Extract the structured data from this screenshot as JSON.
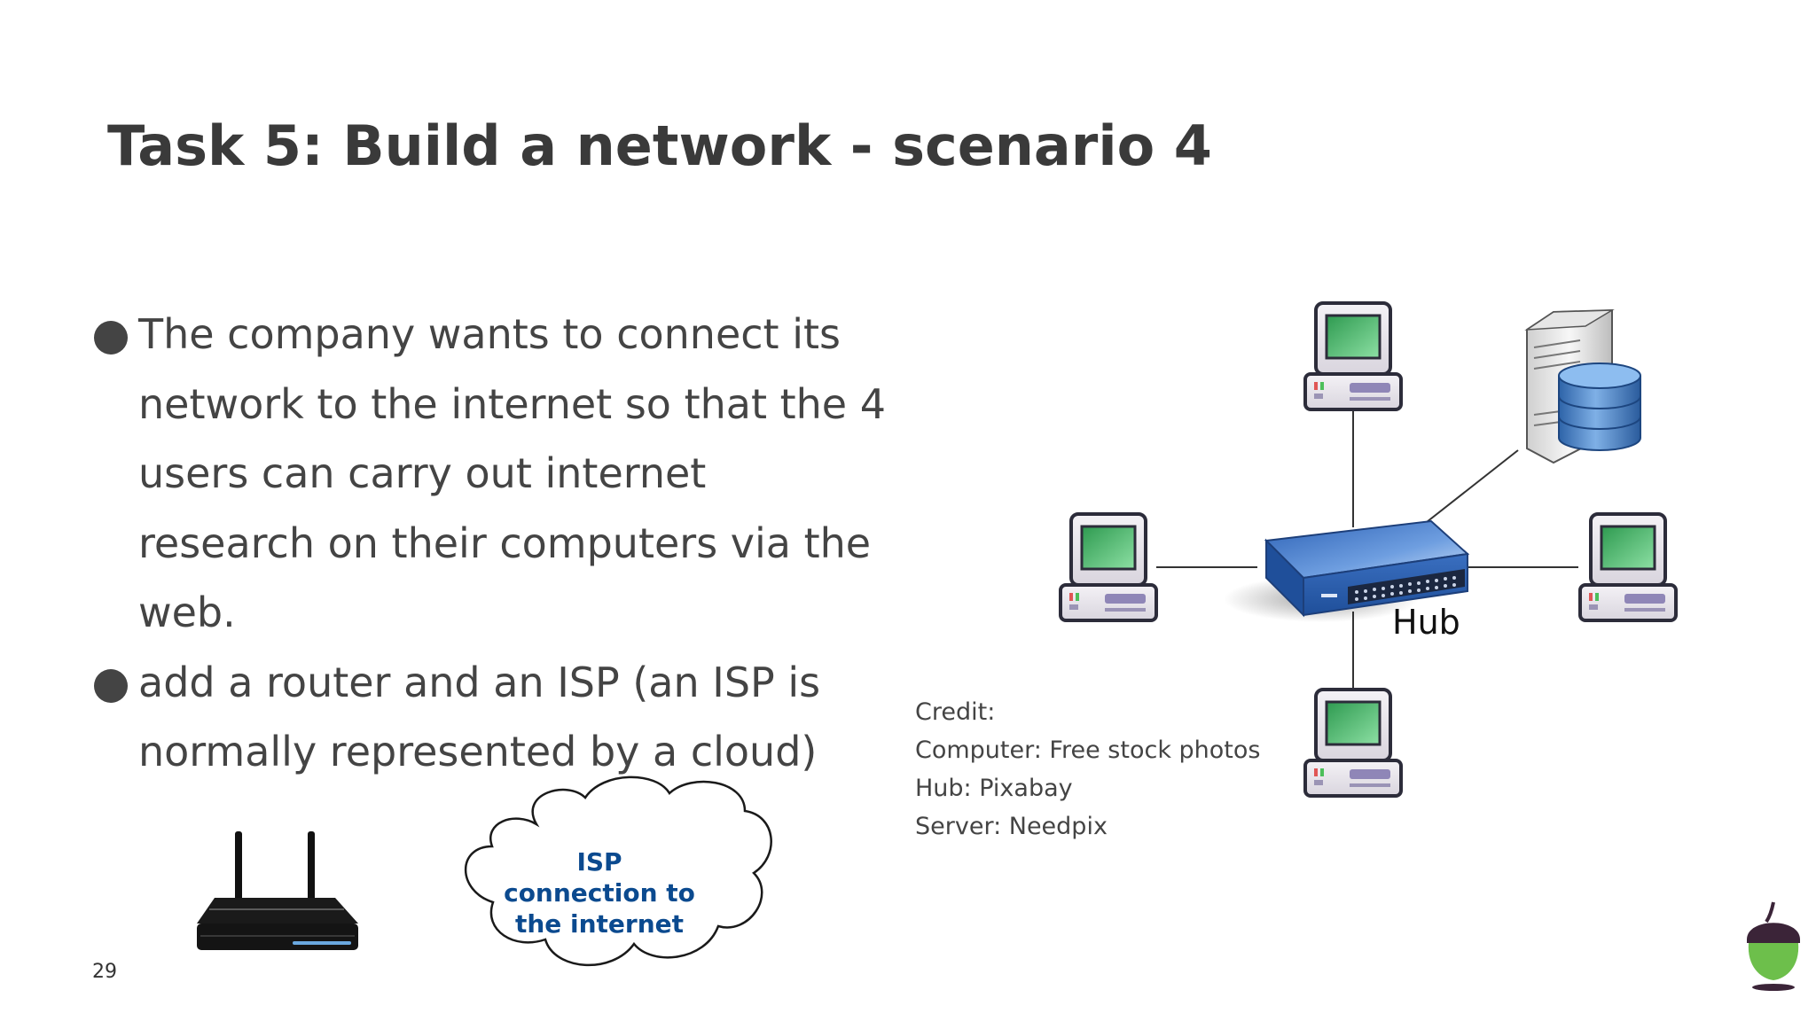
{
  "slide": {
    "title": "Task 5: Build a network - scenario 4",
    "page_number": "29"
  },
  "bullets": [
    "The company wants to connect its network to the internet so that the 4 users can carry out internet research on their computers via the web.",
    "add a router and an ISP (an ISP is normally represented by a cloud)"
  ],
  "diagram": {
    "hub_label": "Hub",
    "cloud_lines": [
      "ISP",
      "connection to",
      "the internet"
    ],
    "icons": [
      "computer-icon",
      "server-icon",
      "hub-icon",
      "router-icon",
      "cloud-icon",
      "acorn-logo-icon"
    ]
  },
  "credits": {
    "heading": "Credit:",
    "lines": [
      "Computer: Free stock photos",
      "Hub: Pixabay",
      "Server: Needpix"
    ]
  },
  "colors": {
    "title": "#3a3a3a",
    "text": "#444444",
    "cloud_text": "#0b4a8f",
    "screen_green": "#43c36a",
    "hub_blue": "#3f77c8",
    "acorn_green": "#6dbf4b"
  }
}
